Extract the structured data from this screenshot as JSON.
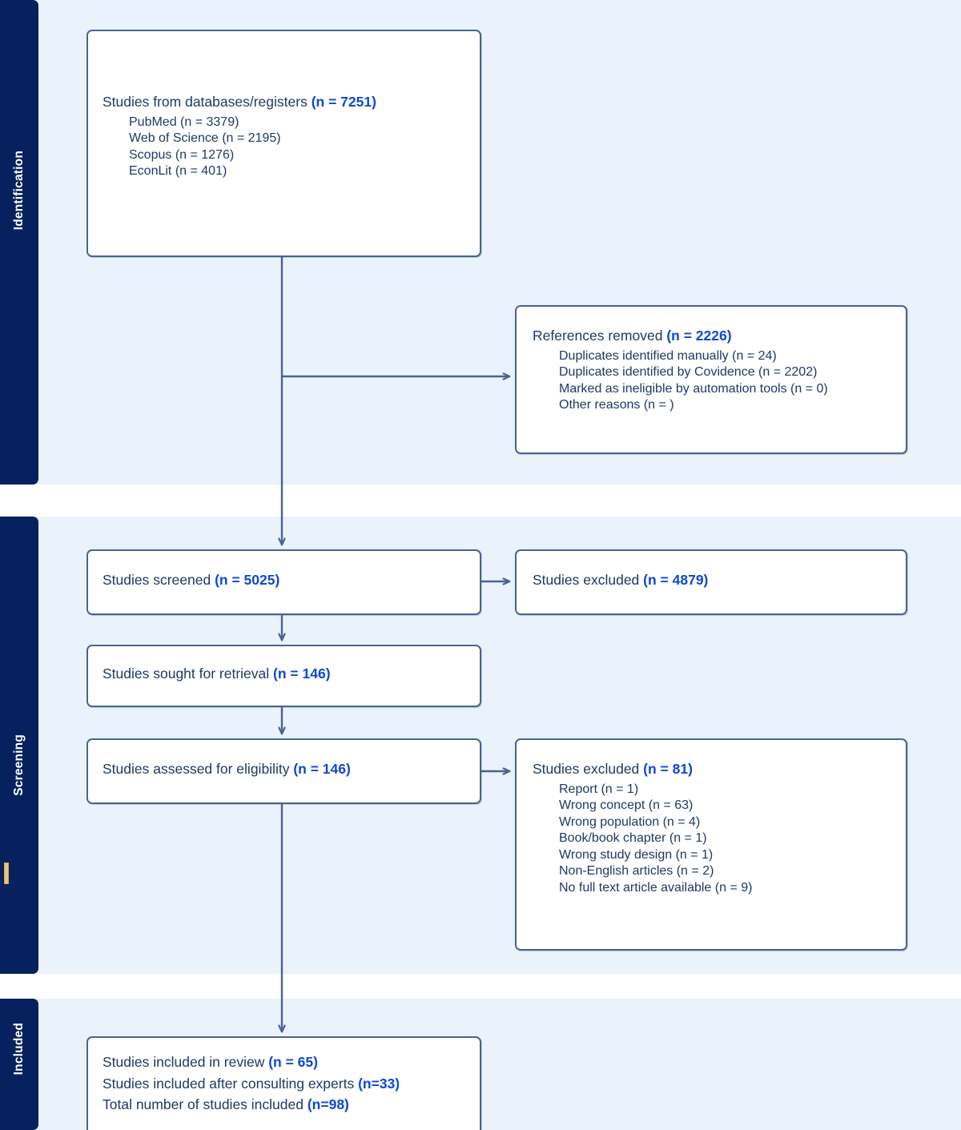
{
  "diagram": {
    "type": "PRISMA flow diagram",
    "stages": [
      {
        "id": "identification",
        "label": "Identification"
      },
      {
        "id": "screening",
        "label": "Screening"
      },
      {
        "id": "included",
        "label": "Included"
      }
    ],
    "colors": {
      "stage_bar": "#07215e",
      "band_background": "#eaf2fc",
      "box_border": "#4a6490",
      "box_fill": "#ffffff",
      "text": "#1f3864",
      "count_accent": "#0f47d4",
      "gold_tick": "#e8c67a"
    }
  },
  "boxes": {
    "identification": {
      "heading_text": "Studies from databases/registers ",
      "heading_count": "(n = 7251)",
      "sources": [
        "PubMed (n = 3379)",
        "Web of Science (n = 2195)",
        "Scopus (n = 1276)",
        "EconLit (n = 401)"
      ]
    },
    "references_removed": {
      "heading_text": "References removed ",
      "heading_count": "(n = 2226)",
      "reasons": [
        "Duplicates identified manually (n = 24)",
        "Duplicates identified by Covidence (n = 2202)",
        "Marked as ineligible by automation tools (n = 0)",
        "Other reasons (n = )"
      ]
    },
    "studies_screened": {
      "heading_text": "Studies screened ",
      "heading_count": "(n = 5025)"
    },
    "studies_excluded_screening": {
      "heading_text": "Studies excluded ",
      "heading_count": "(n = 4879)"
    },
    "studies_sought": {
      "heading_text": "Studies sought for retrieval ",
      "heading_count": "(n = 146)"
    },
    "studies_assessed": {
      "heading_text": "Studies assessed for eligibility ",
      "heading_count": "(n = 146)"
    },
    "studies_excluded_eligibility": {
      "heading_text": "Studies excluded ",
      "heading_count": "(n = 81)",
      "reasons": [
        "Report (n = 1)",
        "Wrong concept (n = 63)",
        "Wrong population (n = 4)",
        "Book/book chapter (n = 1)",
        "Wrong study design (n = 1)",
        "Non-English articles (n = 2)",
        "No full text article available (n = 9)"
      ]
    },
    "studies_included": {
      "line1_text": "Studies included in review ",
      "line1_count": "(n = 65)",
      "line2_text": "Studies included after consulting experts ",
      "line2_count": "(n=33)",
      "line3_text": "Total number of studies included ",
      "line3_count": "(n=98)"
    }
  },
  "chart_data": {
    "type": "flowchart",
    "title": "PRISMA 2020 flow diagram",
    "nodes": [
      {
        "id": "identification",
        "stage": "Identification",
        "label": "Studies from databases/registers",
        "n": 7251,
        "breakdown": [
          {
            "label": "PubMed",
            "n": 3379
          },
          {
            "label": "Web of Science",
            "n": 2195
          },
          {
            "label": "Scopus",
            "n": 1276
          },
          {
            "label": "EconLit",
            "n": 401
          }
        ]
      },
      {
        "id": "references_removed",
        "stage": "Identification",
        "label": "References removed",
        "n": 2226,
        "breakdown": [
          {
            "label": "Duplicates identified manually",
            "n": 24
          },
          {
            "label": "Duplicates identified by Covidence",
            "n": 2202
          },
          {
            "label": "Marked as ineligible by automation tools",
            "n": 0
          },
          {
            "label": "Other reasons",
            "n": null
          }
        ]
      },
      {
        "id": "studies_screened",
        "stage": "Screening",
        "label": "Studies screened",
        "n": 5025
      },
      {
        "id": "studies_excluded_screening",
        "stage": "Screening",
        "label": "Studies excluded",
        "n": 4879
      },
      {
        "id": "studies_sought",
        "stage": "Screening",
        "label": "Studies sought for retrieval",
        "n": 146
      },
      {
        "id": "studies_assessed",
        "stage": "Screening",
        "label": "Studies assessed for eligibility",
        "n": 146
      },
      {
        "id": "studies_excluded_eligibility",
        "stage": "Screening",
        "label": "Studies excluded",
        "n": 81,
        "breakdown": [
          {
            "label": "Report",
            "n": 1
          },
          {
            "label": "Wrong concept",
            "n": 63
          },
          {
            "label": "Wrong population",
            "n": 4
          },
          {
            "label": "Book/book chapter",
            "n": 1
          },
          {
            "label": "Wrong study design",
            "n": 1
          },
          {
            "label": "Non-English articles",
            "n": 2
          },
          {
            "label": "No full text article available",
            "n": 9
          }
        ]
      },
      {
        "id": "studies_included",
        "stage": "Included",
        "label": "Studies included",
        "n": 98,
        "breakdown": [
          {
            "label": "Studies included in review",
            "n": 65
          },
          {
            "label": "Studies included after consulting experts",
            "n": 33
          },
          {
            "label": "Total number of studies included",
            "n": 98
          }
        ]
      }
    ],
    "edges": [
      {
        "from": "identification",
        "to": "references_removed"
      },
      {
        "from": "identification",
        "to": "studies_screened"
      },
      {
        "from": "studies_screened",
        "to": "studies_excluded_screening"
      },
      {
        "from": "studies_screened",
        "to": "studies_sought"
      },
      {
        "from": "studies_sought",
        "to": "studies_assessed"
      },
      {
        "from": "studies_assessed",
        "to": "studies_excluded_eligibility"
      },
      {
        "from": "studies_assessed",
        "to": "studies_included"
      }
    ]
  }
}
